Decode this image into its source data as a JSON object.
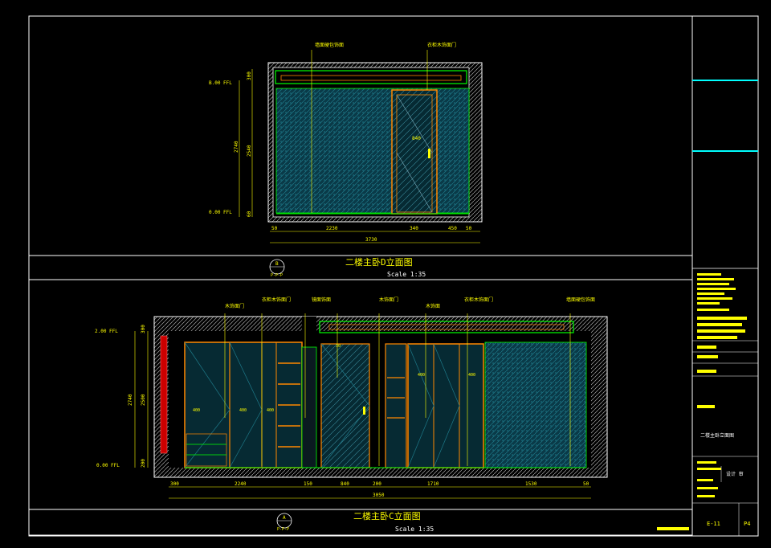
{
  "sheet": {
    "background": "#000000",
    "frame_color": "#ffffff",
    "dim_color": "#ffff00",
    "wall_hatch_color": "#00ffff",
    "panel_color": "#0a3a48",
    "trim_color": "#ff8800",
    "accent_color": "#00ff00"
  },
  "elevation_d": {
    "title": "二楼主卧D立面图",
    "scale": "Scale 1:35",
    "marker_number": "B",
    "marker_sub": "P-P-P",
    "top_level": "B.00 FFL",
    "bottom_level": "0.00 FFL",
    "vertical_dims": [
      "300",
      "2740",
      "2540",
      "60"
    ],
    "horizontal_dims": [
      "50",
      "2230",
      "340",
      "450",
      "50"
    ],
    "total_width": "3730",
    "door_width": "840",
    "callouts": [
      "墙面硬包饰面",
      "衣柜木饰面门"
    ]
  },
  "elevation_c": {
    "title": "二楼主卧C立面图",
    "scale": "Scale 1:35",
    "marker_number": "A",
    "marker_sub": "P-P-P",
    "top_level": "2.00 FFL",
    "bottom_level": "0.00 FFL",
    "vertical_dims": [
      "300",
      "2740",
      "2500",
      "200"
    ],
    "horizontal_dims": [
      "300",
      "2240",
      "150",
      "840",
      "200",
      "1710",
      "1530",
      "50"
    ],
    "total_width": "3050",
    "shelf_dims": [
      "30",
      "400",
      "400",
      "400",
      "400",
      "400"
    ],
    "callouts": [
      "木饰面门",
      "衣柜木饰面门",
      "镜面饰面",
      "木饰面门",
      "木饰面",
      "衣柜木饰面门",
      "墙面硬包饰面"
    ]
  },
  "title_block": {
    "drawing_name": "二楼主卧立面图",
    "drawing_no": "E-11",
    "sheet_no": "P4",
    "stamp": "设计 审"
  }
}
